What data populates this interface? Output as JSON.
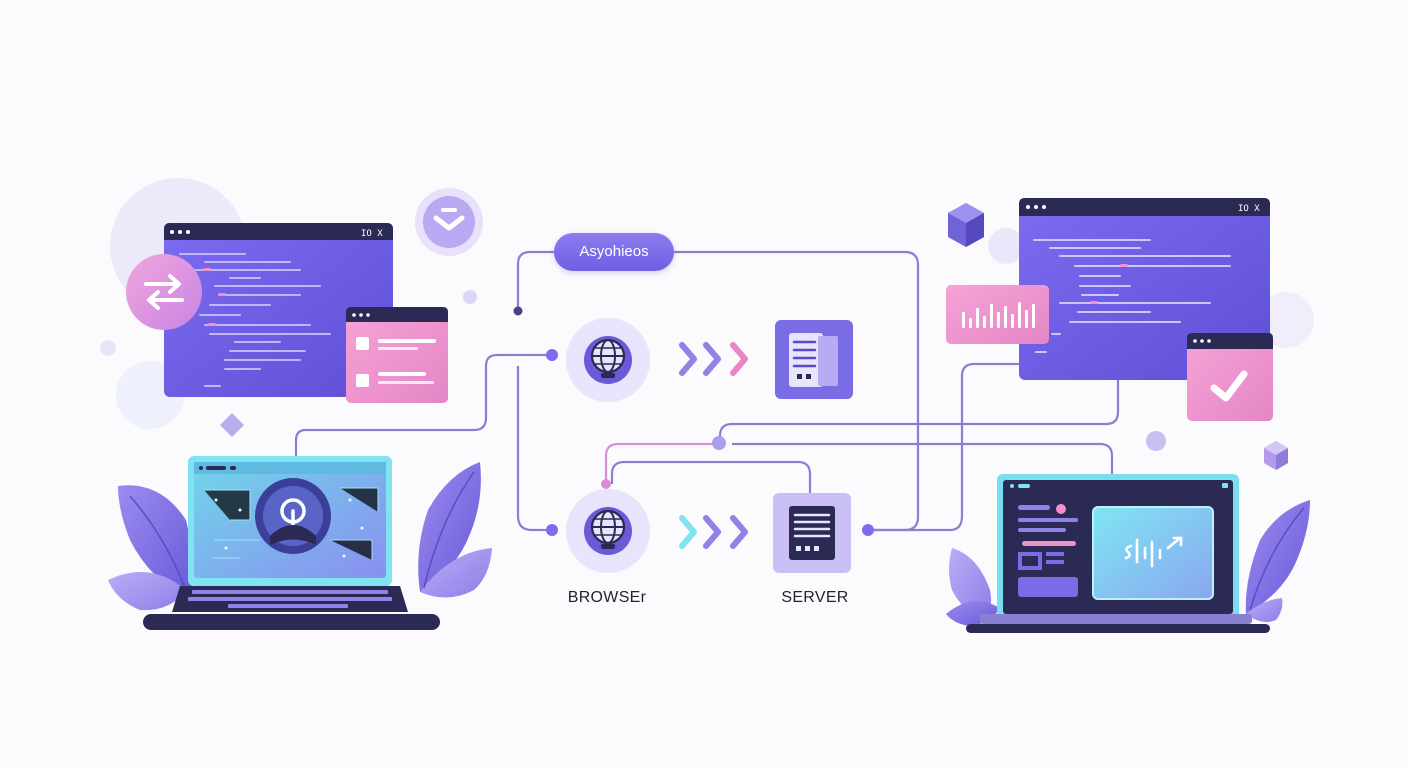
{
  "diagram": {
    "flow_label": "Asyohieos",
    "browser_caption": "BROWSEr",
    "server_caption": "SERVER"
  },
  "nodes": [
    {
      "id": "browser-top",
      "icon": "globe-icon",
      "type": "browser"
    },
    {
      "id": "server-top",
      "icon": "server-icon",
      "type": "server"
    },
    {
      "id": "browser-bottom",
      "icon": "globe-icon",
      "type": "browser"
    },
    {
      "id": "server-bottom",
      "icon": "server-icon",
      "type": "server"
    }
  ],
  "decorations": [
    "code-window-left",
    "code-window-right",
    "swap-arrows-icon",
    "checklist-window",
    "bar-chart-card",
    "check-window",
    "laptop-left",
    "laptop-right",
    "leaf-plants",
    "cube-icon"
  ],
  "colors": {
    "primary": "#6f5fe3",
    "dark": "#2b2a55",
    "pink": "#e98fd0",
    "cyan": "#6ee0f0",
    "line": "#8a7fd0",
    "line_pink": "#d88fd8"
  }
}
